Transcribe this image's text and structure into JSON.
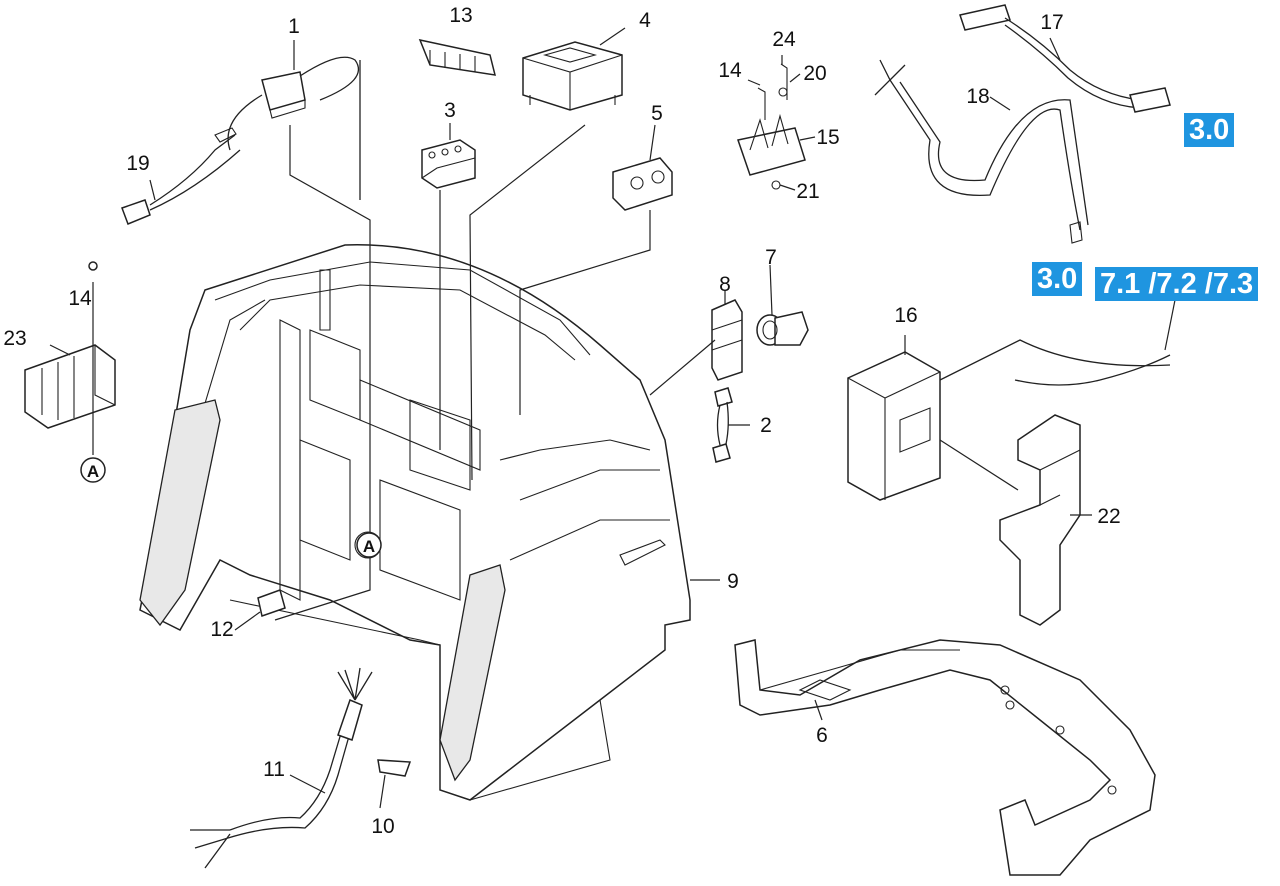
{
  "diagram": {
    "part_numbers": [
      "1",
      "2",
      "3",
      "4",
      "5",
      "6",
      "7",
      "8",
      "9",
      "10",
      "11",
      "12",
      "13",
      "14",
      "15",
      "16",
      "17",
      "18",
      "19",
      "20",
      "21",
      "22",
      "23",
      "24",
      "14"
    ],
    "detail_marker": "A",
    "references": [
      "3.0",
      "3.0",
      "7.1 /7.2 /7.3"
    ],
    "colors": {
      "badge": "#1f95e0",
      "line": "#222222",
      "background": "#ffffff"
    }
  }
}
